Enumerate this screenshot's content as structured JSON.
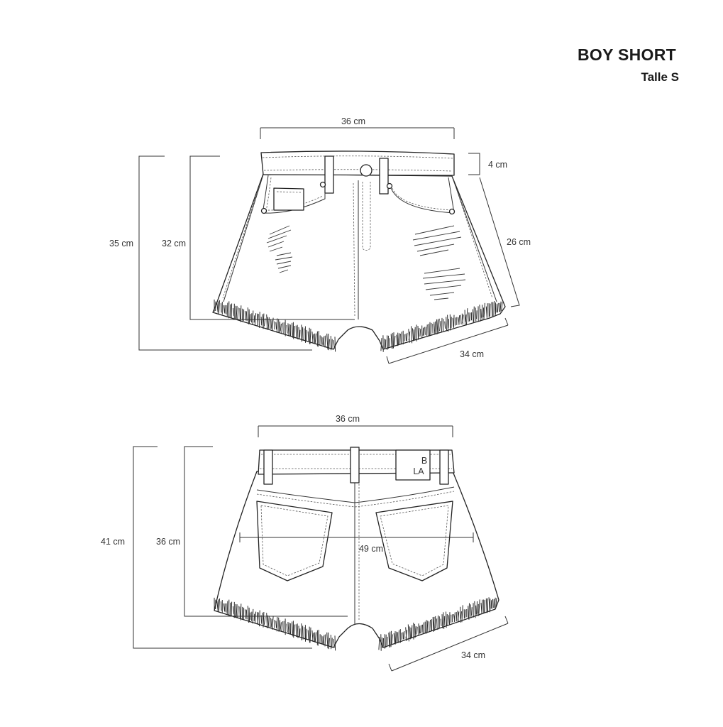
{
  "header": {
    "title": "BOY SHORT",
    "size": "Talle S"
  },
  "front": {
    "waist_width": "36 cm",
    "waistband_height": "4 cm",
    "total_length": "35  cm",
    "inner_length": "32 cm",
    "side_length": "26 cm",
    "hem_width": "34 cm"
  },
  "back": {
    "waist_width": "36 cm",
    "total_length": "41 cm",
    "inner_length": "36 cm",
    "hip_width": "49 cm",
    "hem_width": "34 cm",
    "label_text": [
      "B",
      "LA"
    ]
  },
  "colors": {
    "line": "#222222",
    "fray": "#2a2a2a",
    "background": "#ffffff"
  }
}
